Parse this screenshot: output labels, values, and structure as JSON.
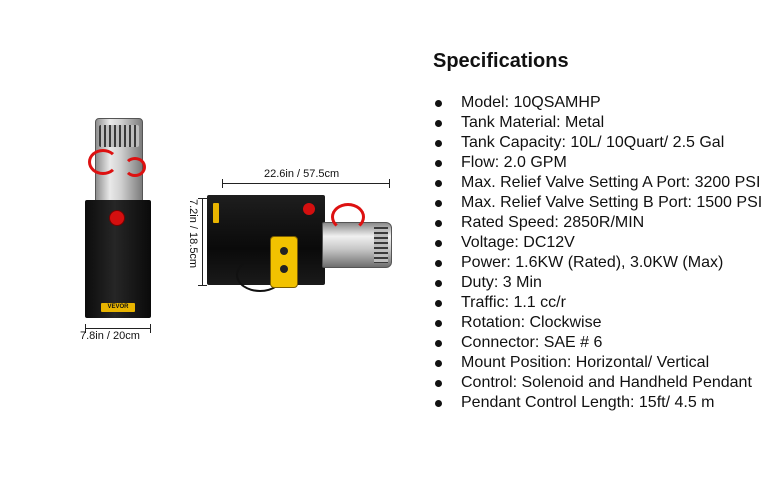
{
  "dimensions": {
    "length": "22.6in / 57.5cm",
    "height": "7.2in / 18.5cm",
    "width": "7.8in / 20cm"
  },
  "product": {
    "brand_logo": "VEVOR"
  },
  "specs": {
    "title": "Specifications",
    "items": [
      "Model: 10QSAMHP",
      "Tank Material: Metal",
      "Tank Capacity: 10L/ 10Quart/ 2.5 Gal",
      "Flow: 2.0 GPM",
      "Max. Relief Valve Setting A Port: 3200 PSI",
      "Max. Relief Valve Setting B Port: 1500 PSI",
      "Rated Speed: 2850R/MIN",
      "Voltage: DC12V",
      "Power: 1.6KW (Rated), 3.0KW (Max)",
      "Duty: 3 Min",
      "Traffic: 1.1 cc/r",
      "Rotation: Clockwise",
      "Connector: SAE # 6",
      "Mount Position: Horizontal/ Vertical",
      "Control: Solenoid and Handheld Pendant",
      "Pendant Control Length: 15ft/ 4.5 m"
    ]
  }
}
